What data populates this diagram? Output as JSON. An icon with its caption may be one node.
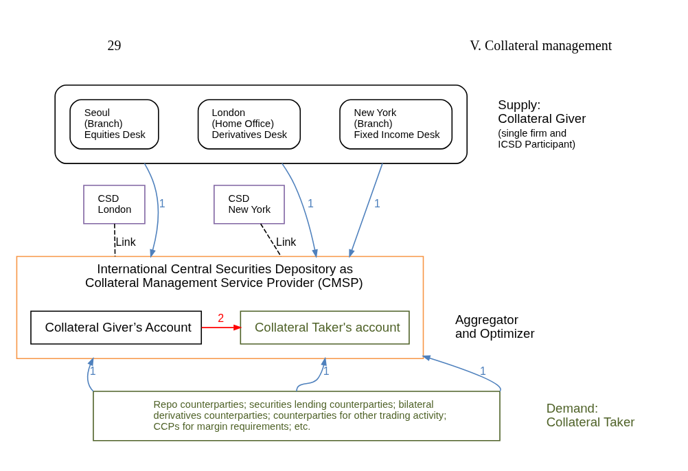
{
  "diagram": {
    "nodes": [
      {
        "text": [],
        "shape": "box",
        "beside": [
          "Supply: Collateral Giver",
          "(single firm and ICSD Participant)"
        ]
      },
      {
        "text": [
          "Seoul (Branch) Equities Desk"
        ],
        "in": 0
      },
      {
        "text": [
          "London (Home Office) Derivatives Desk"
        ],
        "in": 0
      },
      {
        "text": [
          "New York (Branch) Fixed Income Desk"
        ],
        "in": 0
      },
      {
        "text": [
          "CSD London"
        ]
      },
      {
        "text": [
          "CSD New York"
        ]
      },
      {
        "text": [
          "International Central Securities Depository as Collateral Management Service Provider (CMSP)"
        ],
        "beside": [
          "Aggregator and Optimizer"
        ]
      },
      {
        "text": [
          "Collateral Giver’s Account"
        ],
        "in": 6
      },
      {
        "text": [
          "Collateral Taker's account"
        ],
        "in": 6
      },
      {
        "text": [
          "Repo counterparties; securities lending counterparties; bilateral derivatives counterparties; counterparties for other trading activity; CCPs for margin requirements; etc."
        ],
        "beside": [
          "Demand: Collateral Taker"
        ]
      }
    ],
    "edges": [
      {
        "from": 0,
        "to": 6,
        "arrow": "to",
        "label": "1"
      },
      {
        "from": 4,
        "to": 6,
        "arrow": "none",
        "label": "Link",
        "style": "dashed",
        "color": "#000000"
      },
      {
        "from": 0,
        "to": 6,
        "arrow": "to",
        "label": "1"
      },
      {
        "from": 5,
        "to": 6,
        "arrow": "none",
        "label": "Link",
        "style": "dashed",
        "color": "#000000"
      },
      {
        "from": 0,
        "to": 6,
        "arrow": "to",
        "label": "1"
      },
      {
        "from": 7,
        "to": 8,
        "arrow": "to",
        "label": "2",
        "color": "#ff0000"
      },
      {
        "from": 9,
        "to": 6,
        "arrow": "to",
        "label": "1"
      },
      {
        "from": 9,
        "to": 6,
        "arrow": "to",
        "label": "1"
      },
      {
        "from": 9,
        "to": 6,
        "arrow": "to",
        "label": "1"
      }
    ],
    "labels": [
      "29",
      "V. Collateral management"
    ]
  }
}
